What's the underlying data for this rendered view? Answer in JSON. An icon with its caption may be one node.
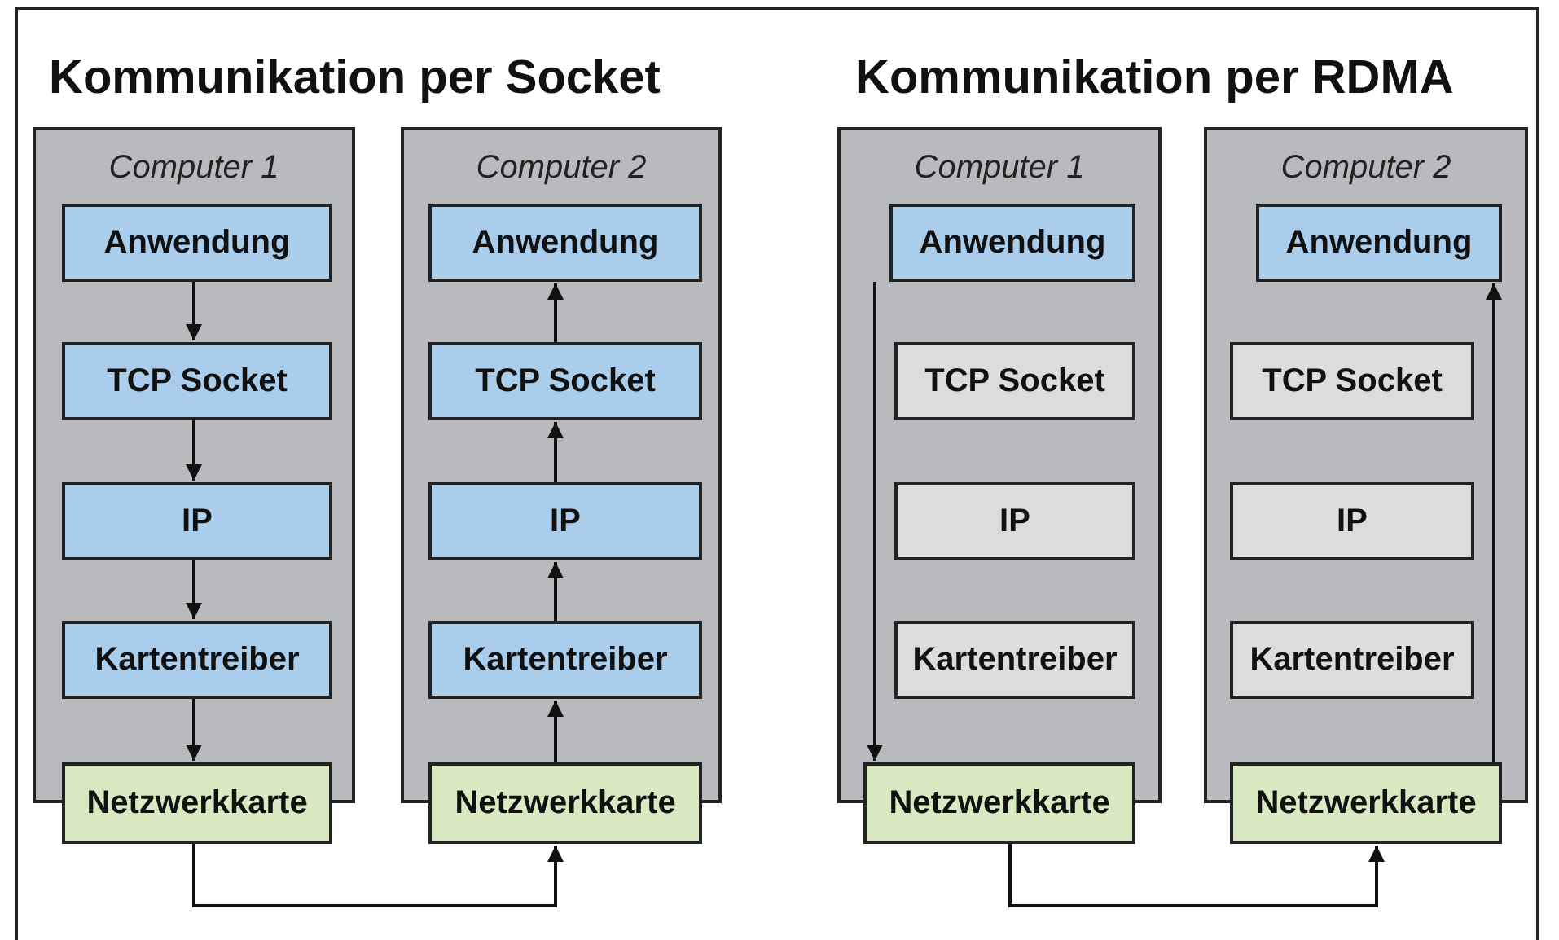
{
  "diagram": {
    "nodes": [
      {
        "text": [
          "Computer 1"
        ]
      },
      {
        "text": [
          "Anwendung"
        ],
        "in": 0
      },
      {
        "text": [
          "TCP Socket"
        ],
        "in": 0
      },
      {
        "text": [
          "IP"
        ],
        "in": 0
      },
      {
        "text": [
          "Kartentreiber"
        ],
        "in": 0
      },
      {
        "text": [
          "Netzwerkkarte"
        ]
      },
      {
        "text": [
          "Computer 2"
        ]
      },
      {
        "text": [
          "Anwendung"
        ],
        "in": 6
      },
      {
        "text": [
          "TCP Socket"
        ],
        "in": 6
      },
      {
        "text": [
          "IP"
        ],
        "in": 6
      },
      {
        "text": [
          "Kartentreiber"
        ],
        "in": 6
      },
      {
        "text": [
          "Netzwerkkarte"
        ]
      },
      {
        "text": [
          "Computer 1"
        ]
      },
      {
        "text": [
          "Anwendung"
        ],
        "in": 12
      },
      {
        "text": [
          "TCP Socket"
        ],
        "in": 12
      },
      {
        "text": [
          "IP"
        ],
        "in": 12
      },
      {
        "text": [
          "Kartentreiber"
        ],
        "in": 12
      },
      {
        "text": [
          "Netzwerkkarte"
        ]
      },
      {
        "text": [
          "Computer 2"
        ]
      },
      {
        "text": [
          "Anwendung"
        ],
        "in": 18
      },
      {
        "text": [
          "TCP Socket"
        ],
        "in": 18
      },
      {
        "text": [
          "IP"
        ],
        "in": 18
      },
      {
        "text": [
          "Kartentreiber"
        ],
        "in": 18
      },
      {
        "text": [
          "Netzwerkkarte"
        ]
      }
    ],
    "edges": [
      {
        "from": 1,
        "to": 2,
        "arrow": "to"
      },
      {
        "from": 2,
        "to": 3,
        "arrow": "to"
      },
      {
        "from": 3,
        "to": 4,
        "arrow": "to"
      },
      {
        "from": 4,
        "to": 5,
        "arrow": "to"
      },
      {
        "from": 5,
        "to": 11,
        "arrow": "to"
      },
      {
        "from": 11,
        "to": 10,
        "arrow": "to"
      },
      {
        "from": 10,
        "to": 9,
        "arrow": "to"
      },
      {
        "from": 9,
        "to": 8,
        "arrow": "to"
      },
      {
        "from": 8,
        "to": 7,
        "arrow": "to"
      },
      {
        "from": 13,
        "to": 17,
        "arrow": "to"
      },
      {
        "from": 17,
        "to": 23,
        "arrow": "to"
      },
      {
        "from": 23,
        "to": 19,
        "arrow": "to"
      }
    ],
    "labels": [
      "Kommunikation per Socket",
      "Kommunikation per RDMA"
    ]
  }
}
